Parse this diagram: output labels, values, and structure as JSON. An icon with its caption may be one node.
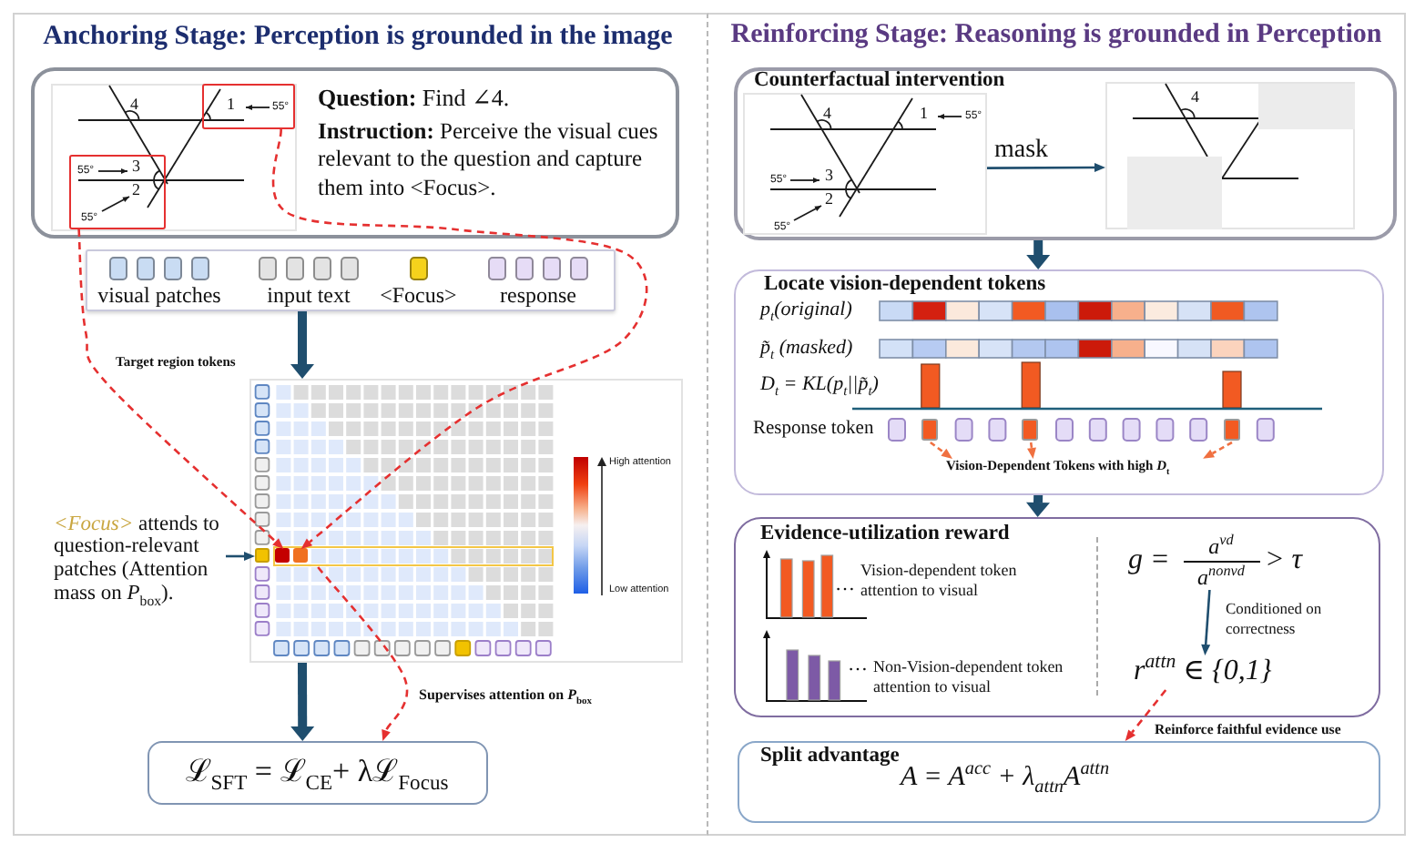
{
  "diagram": {
    "nodes": [
      {
        "text": [
          "Anchoring Stage: Perception is grounded in the image"
        ]
      },
      {
        "text": [
          "**Question:** Find ∠4.",
          "**Instruction:** Perceive the visual cues relevant to the question and capture them into <Focus>."
        ],
        "in": 0
      },
      {
        "text": [],
        "shape": "picture",
        "in": 1
      },
      {
        "text": [],
        "shape": "box",
        "in": 2
      },
      {
        "text": [],
        "shape": "box",
        "in": 2
      },
      {
        "text": [],
        "shape": "box",
        "in": 0
      },
      {
        "text": [],
        "shape": "picture",
        "in": 0,
        "beside": [
          "Target region tokens"
        ]
      },
      {
        "text": [],
        "shape": "box",
        "in": 6
      },
      {
        "text": [],
        "shape": "bar",
        "in": 6
      },
      {
        "text": [],
        "shape": "box",
        "in": 8
      },
      {
        "text": [],
        "shape": "box",
        "in": 8
      },
      {
        "text": [
          "*<Focus>* attends to question-relevant patches (Attention mass on *P*$_{box}$)."
        ],
        "in": 0
      },
      {
        "text": [
          "ℒ$_{SFT}$ = ℒ$_{CE}$+ λℒ$_{Focus}$"
        ],
        "in": 0
      },
      {
        "text": [
          "Reinforcing Stage: Reasoning is grounded in Perception"
        ]
      },
      {
        "text": [
          "Counterfactual intervention"
        ],
        "in": 13
      },
      {
        "text": [],
        "shape": "picture",
        "in": 14
      },
      {
        "text": [],
        "shape": "picture",
        "in": 14
      },
      {
        "text": [
          "Locate vision-dependent tokens"
        ],
        "in": 13
      },
      {
        "text": [],
        "shape": "box",
        "in": 17
      },
      {
        "text": [],
        "shape": "box",
        "in": 17
      },
      {
        "text": [],
        "shape": "box",
        "in": 17
      },
      {
        "text": [
          "Vision-Dependent Tokens with high *D*$_{t}$"
        ],
        "in": 17
      },
      {
        "text": [
          "Evidence-utilization reward"
        ],
        "in": 13
      },
      {
        "text": [
          "g =",
          "a$^{vd}$",
          "a$^{nonvd}$",
          "> τ"
        ],
        "in": 22
      },
      {
        "text": [
          "r$^{attn}$ ∈ {0,1}"
        ],
        "in": 22
      },
      {
        "text": [
          "Split advantage",
          "A = A$^{acc}$ + λ$_{attn}$A$^{attn}$"
        ],
        "in": 13
      }
    ],
    "edges": [
      {
        "from": 3,
        "to": 10,
        "arrow": "to",
        "style": "dashed",
        "color": "#e53030"
      },
      {
        "from": 4,
        "to": 9,
        "arrow": "to",
        "style": "dashed",
        "color": "#e53030"
      },
      {
        "from": 5,
        "to": 6,
        "arrow": "to",
        "style": "thick"
      },
      {
        "from": 11,
        "to": 7,
        "arrow": "to"
      },
      {
        "from": 8,
        "to": 12,
        "arrow": "to",
        "label": "Supervises attention on *P*$_{box}$",
        "style": "dashed",
        "color": "#e53030"
      },
      {
        "from": 6,
        "to": 12,
        "arrow": "to",
        "style": "thick"
      },
      {
        "from": 15,
        "to": 16,
        "arrow": "to",
        "label": "mask"
      },
      {
        "from": 14,
        "to": 17,
        "arrow": "to",
        "style": "thick"
      },
      {
        "from": 18,
        "to": 21,
        "arrow": "to",
        "style": "dashed",
        "color": "#f07040"
      },
      {
        "from": 19,
        "to": 21,
        "arrow": "to",
        "style": "dashed",
        "color": "#f07040"
      },
      {
        "from": 20,
        "to": 21,
        "arrow": "to",
        "style": "dashed",
        "color": "#f07040"
      },
      {
        "from": 17,
        "to": 22,
        "arrow": "to",
        "style": "thick"
      },
      {
        "from": 23,
        "to": 24,
        "arrow": "to",
        "label": "Conditioned on correctness"
      },
      {
        "from": 24,
        "to": 25,
        "arrow": "to",
        "label": "Reinforce faithful evidence use",
        "style": "dashed",
        "color": "#e53030"
      }
    ],
    "labels": [
      "4",
      "1",
      "55°",
      "55°",
      "3",
      "2",
      "55°",
      "High attention",
      "Low attention",
      "4",
      "1",
      "55°",
      "55°",
      "3",
      "2",
      "55°",
      "4",
      "p$_{t}$(original)",
      "p̃$_{t}$ (masked)",
      "D$_{t}$ = KL(p$_{t}$||p̃$_{t}$)",
      "Response token",
      "…",
      "Vision-dependent token attention to visual",
      "…",
      "Non-Vision-dependent token attention to visual"
    ],
    "legend": [
      {
        "text": "visual patches",
        "color": "#c9dcf3"
      },
      {
        "text": "input text",
        "color": "#e3e3e3"
      },
      {
        "text": "<Focus>",
        "color": "#f5d21c"
      },
      {
        "text": "response",
        "color": "#e6dcf6"
      }
    ]
  }
}
